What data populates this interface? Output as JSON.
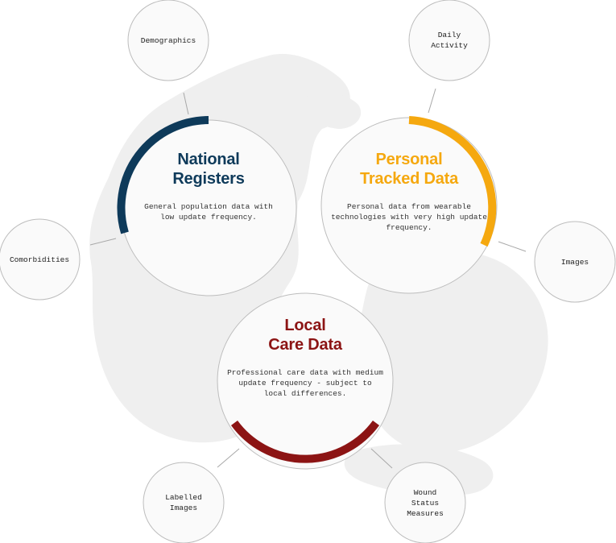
{
  "colors": {
    "national": "#0e3a5a",
    "personal": "#f5a80f",
    "local": "#8c1414",
    "map": "#efefef",
    "circle_stroke": "#bdbdbd",
    "circle_fill": "#fafafa"
  },
  "main_nodes": {
    "national": {
      "title_line1": "National",
      "title_line2": "Registers",
      "desc_line1": "General population data with",
      "desc_line2": "low update frequency."
    },
    "personal": {
      "title_line1": "Personal",
      "title_line2": "Tracked Data",
      "desc_line1": "Personal data from wearable",
      "desc_line2": "technologies with very high update",
      "desc_line3": "frequency."
    },
    "local": {
      "title_line1": "Local",
      "title_line2": "Care Data",
      "desc_line1": "Professional care data with medium",
      "desc_line2": "update frequency - subject to",
      "desc_line3": "local differences."
    }
  },
  "small_nodes": {
    "demographics": {
      "line1": "Demographics"
    },
    "daily_activity": {
      "line1": "Daily",
      "line2": "Activity"
    },
    "comorbidities": {
      "line1": "Comorbidities"
    },
    "images": {
      "line1": "Images"
    },
    "labelled_images": {
      "line1": "Labelled",
      "line2": "Images"
    },
    "wound_status": {
      "line1": "Wound",
      "line2": "Status",
      "line3": "Measures"
    }
  }
}
